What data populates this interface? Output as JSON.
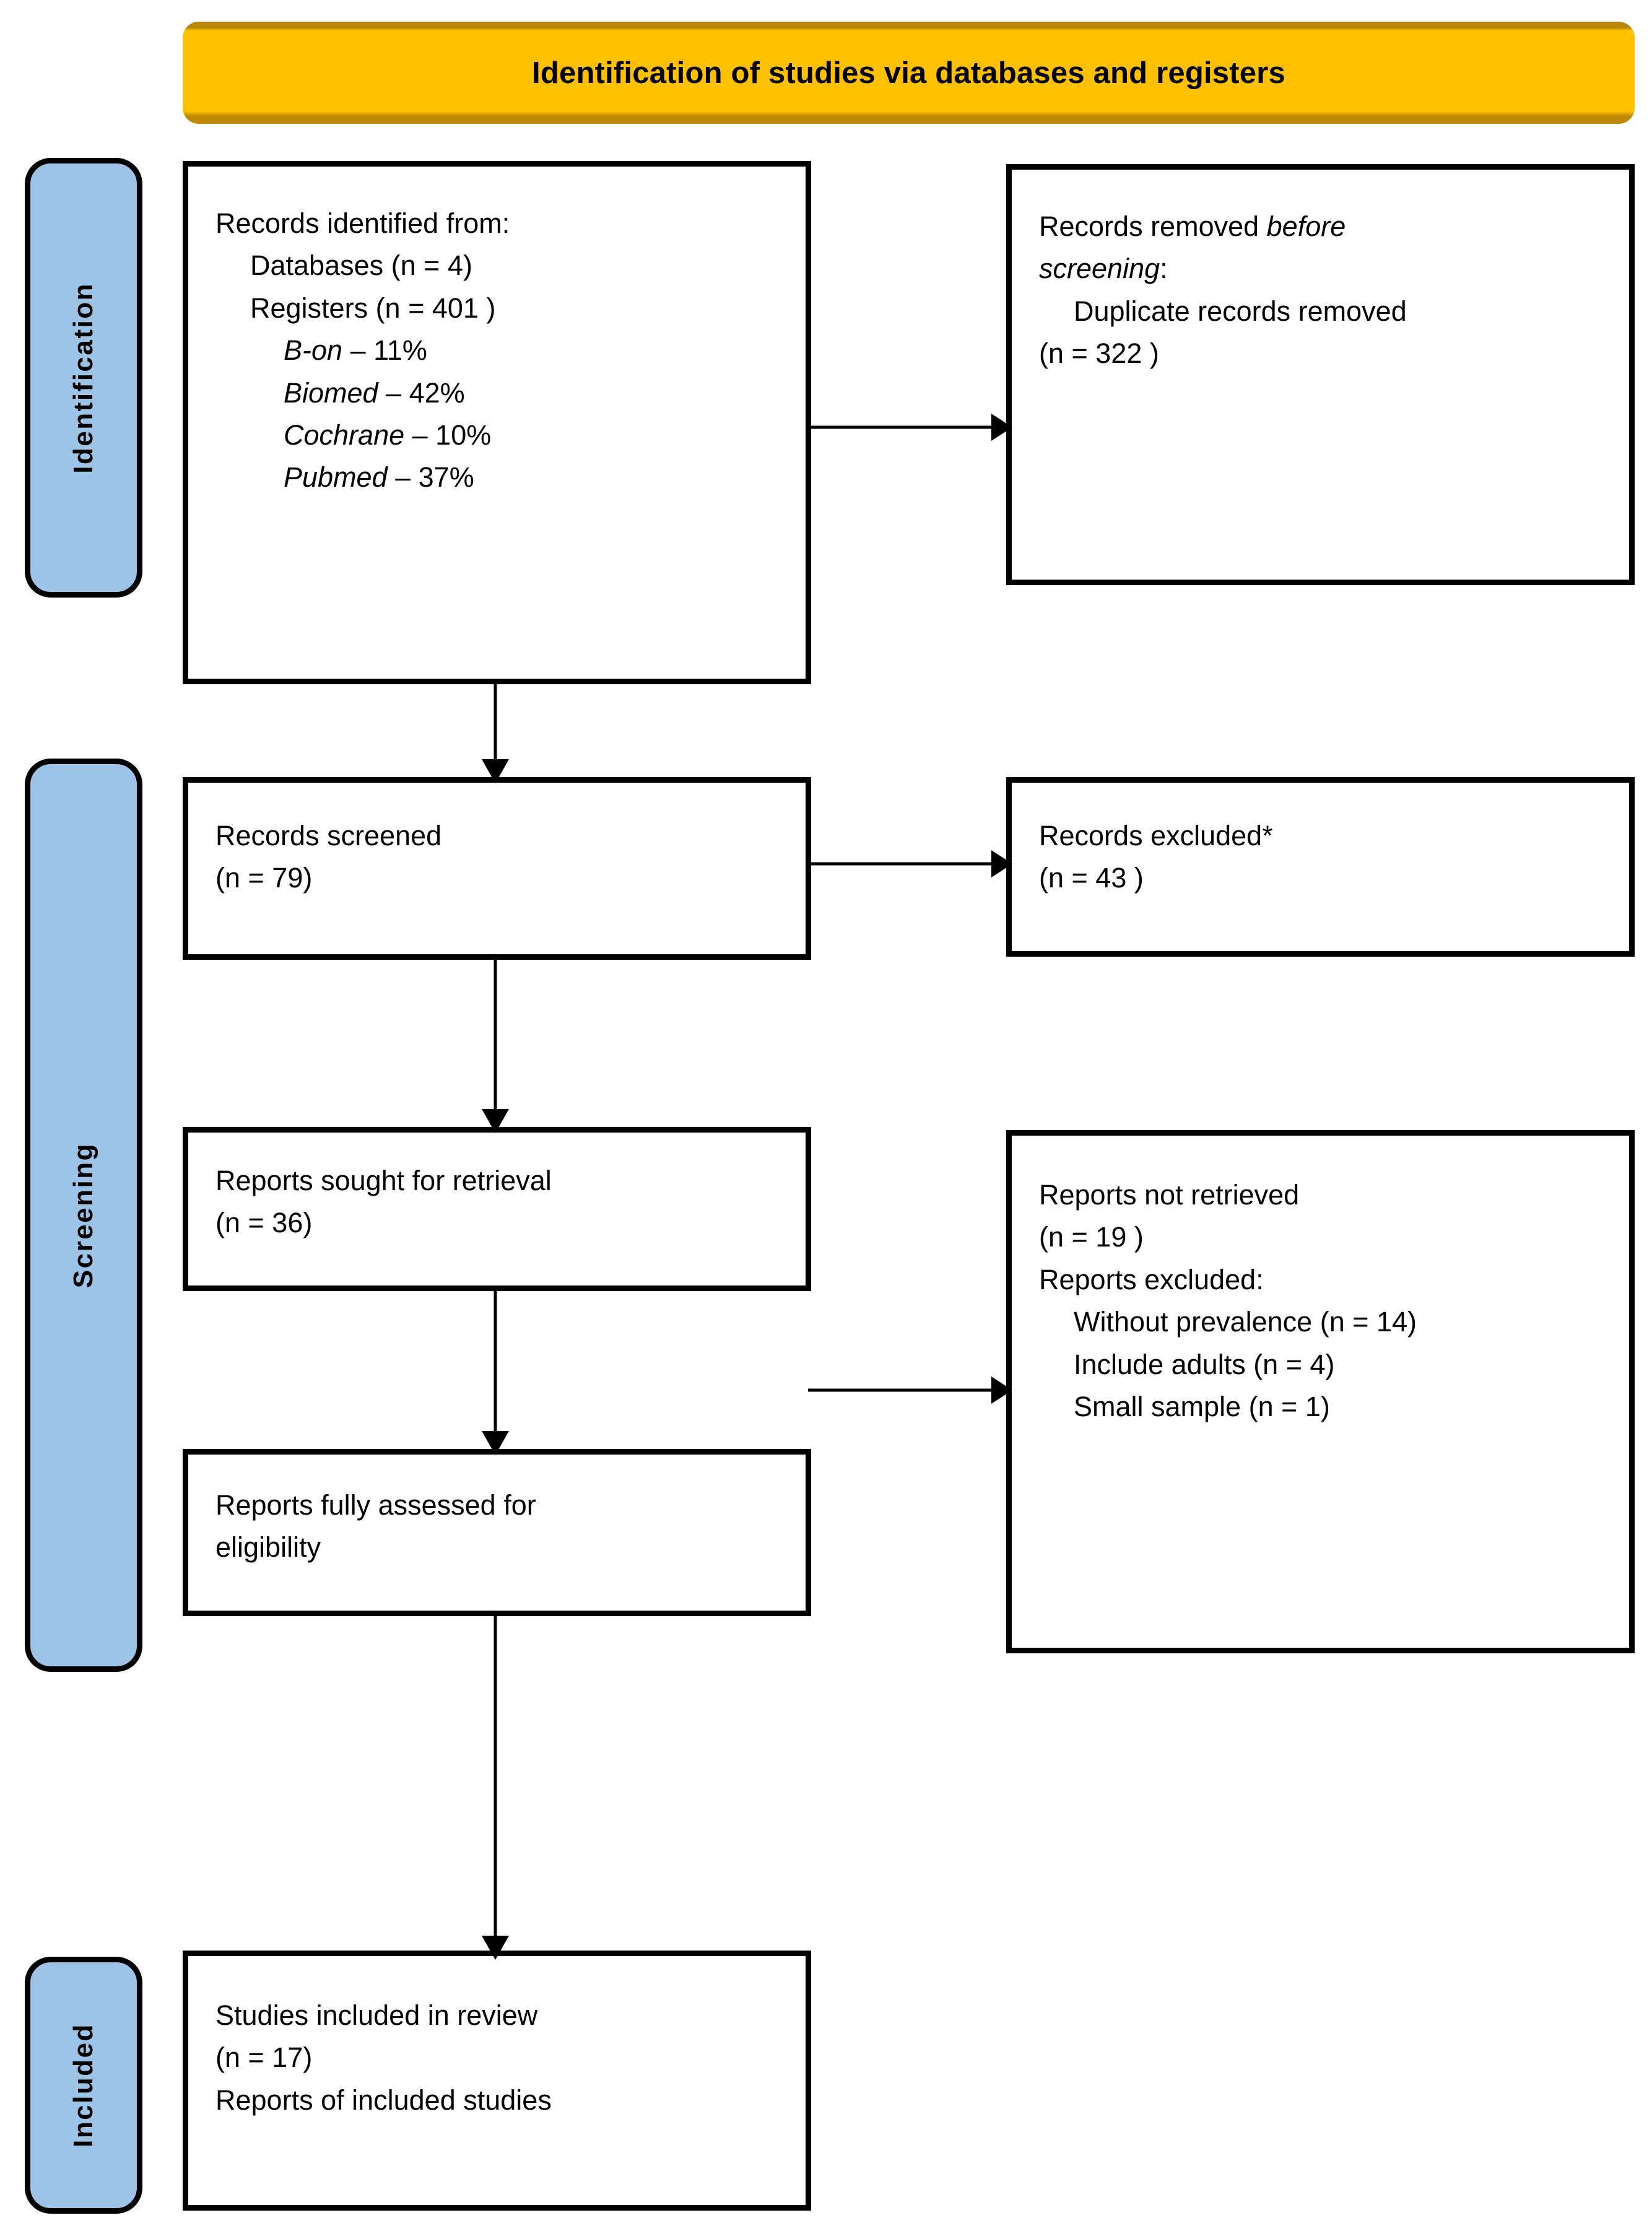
{
  "header": {
    "title": "Identification of studies via databases and registers",
    "background_color": "#FFC000"
  },
  "stages": {
    "identification": "Identification",
    "screening": "Screening",
    "included": "Included",
    "pill_color": "#9DC3E6"
  },
  "boxes": {
    "identified": {
      "heading": "Records identified from:",
      "databases": "Databases (n = 4)",
      "registers": "Registers (n = 401 )",
      "sources": [
        {
          "name": "B-on",
          "value": "– 11%"
        },
        {
          "name": "Biomed",
          "value": "– 42%"
        },
        {
          "name": "Cochrane",
          "value": "– 10%"
        },
        {
          "name": "Pubmed",
          "value": "– 37%"
        }
      ]
    },
    "removed": {
      "heading_prefix": "Records removed ",
      "heading_italic_1": "before",
      "heading_italic_2": "screening",
      "heading_suffix": ":",
      "duplicate_label": "Duplicate records removed",
      "duplicate_count": "(n = 322 )"
    },
    "screened": {
      "label": "Records screened",
      "count": "(n = 79)"
    },
    "excluded": {
      "label": "Records excluded*",
      "count": "(n = 43 )"
    },
    "sought": {
      "label": "Reports sought for retrieval",
      "count": "(n = 36)"
    },
    "not_retrieved": {
      "label": "Reports not retrieved",
      "count": "(n = 19 )",
      "excluded_heading": "Reports excluded:",
      "reasons": [
        "Without prevalence (n = 14)",
        "Include adults (n = 4)",
        "Small sample (n = 1)"
      ]
    },
    "eligibility": {
      "line1": "Reports fully assessed for",
      "line2": "eligibility"
    },
    "included": {
      "label": "Studies included in review",
      "count": "(n = 17)",
      "reports_label": "Reports of included studies"
    }
  },
  "chart_data": {
    "type": "diagram",
    "title": "Identification of studies via databases and registers",
    "diagram_kind": "PRISMA flow diagram",
    "nodes": [
      {
        "id": "identified",
        "stage": "Identification",
        "column": "left",
        "n": 401
      },
      {
        "id": "removed",
        "stage": "Identification",
        "column": "right",
        "n": 322
      },
      {
        "id": "screened",
        "stage": "Screening",
        "column": "left",
        "n": 79
      },
      {
        "id": "excluded",
        "stage": "Screening",
        "column": "right",
        "n": 43
      },
      {
        "id": "sought",
        "stage": "Screening",
        "column": "left",
        "n": 36
      },
      {
        "id": "not_retrieved",
        "stage": "Screening",
        "column": "right",
        "n": 19
      },
      {
        "id": "eligibility",
        "stage": "Screening",
        "column": "left",
        "n": null
      },
      {
        "id": "included",
        "stage": "Included",
        "column": "left",
        "n": 17
      }
    ],
    "edges": [
      {
        "from": "identified",
        "to": "removed",
        "direction": "right"
      },
      {
        "from": "identified",
        "to": "screened",
        "direction": "down"
      },
      {
        "from": "screened",
        "to": "excluded",
        "direction": "right"
      },
      {
        "from": "screened",
        "to": "sought",
        "direction": "down"
      },
      {
        "from": "sought",
        "to": "not_retrieved",
        "direction": "right"
      },
      {
        "from": "sought",
        "to": "eligibility",
        "direction": "down"
      },
      {
        "from": "eligibility",
        "to": "included",
        "direction": "down"
      }
    ],
    "source_distribution": {
      "categories": [
        "B-on",
        "Biomed",
        "Cochrane",
        "Pubmed"
      ],
      "values": [
        11,
        42,
        10,
        37
      ],
      "unit": "%"
    },
    "exclusion_reasons": {
      "categories": [
        "Without prevalence",
        "Include adults",
        "Small sample"
      ],
      "values": [
        14,
        4,
        1
      ]
    }
  }
}
